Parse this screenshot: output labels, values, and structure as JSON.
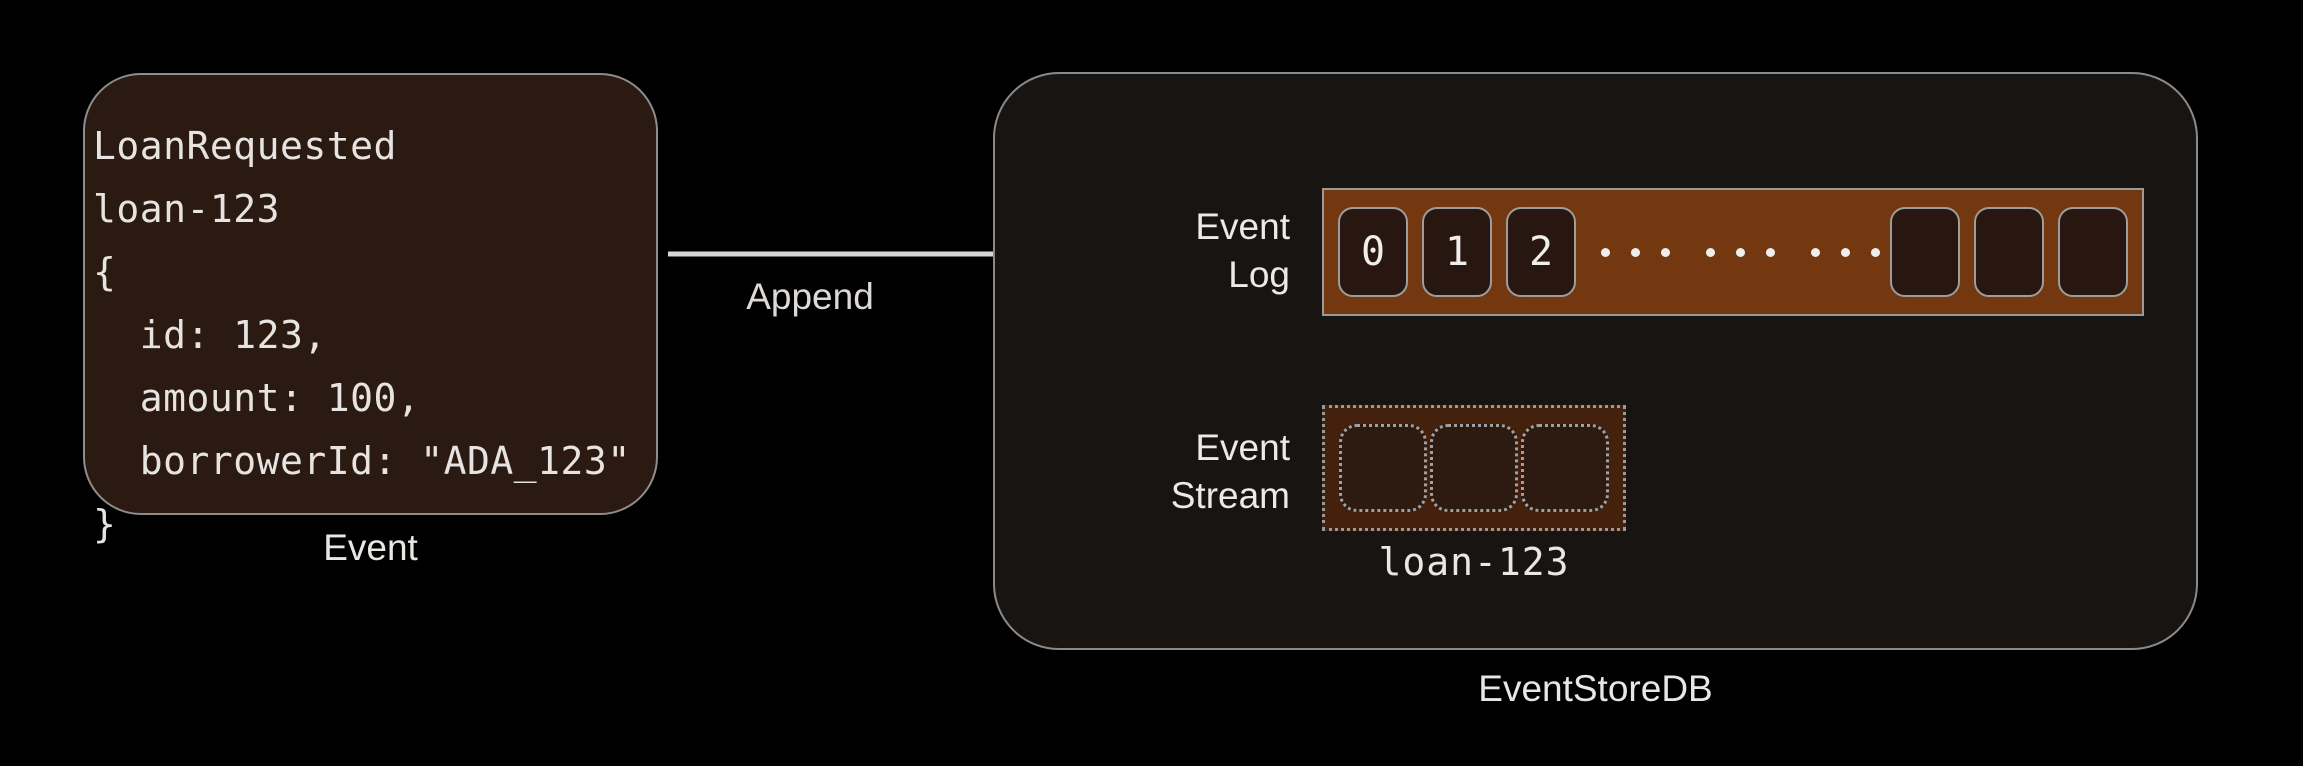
{
  "colors": {
    "background": "#000000",
    "event_card_fill": "#2a1a11",
    "event_card_border": "#8d8d8d",
    "container_fill": "#171411",
    "container_border": "#8a8a8a",
    "event_log_bar": "#743811",
    "event_log_cell": "#271710",
    "event_stream_fill": "#44210c",
    "event_stream_cell": "#2d1b11",
    "text": "#e9e7e4",
    "arrow": "#d8d6d3"
  },
  "event_card": {
    "caption": "Event",
    "code_lines": [
      "LoanRequested",
      "loan-123",
      "{",
      "  id: 123,",
      "  amount: 100,",
      "  borrowerId: \"ADA_123\"",
      "}"
    ],
    "event_type": "LoanRequested",
    "stream_id": "loan-123",
    "payload": {
      "id": "123",
      "amount": "100",
      "borrowerId": "\"ADA_123\""
    }
  },
  "arrow": {
    "label": "Append"
  },
  "eventstore": {
    "caption": "EventStoreDB",
    "event_log": {
      "label_line1": "Event",
      "label_line2": "Log",
      "filled_cells": [
        "0",
        "1",
        "2"
      ],
      "ellipsis_groups": 3,
      "ellipsis_dots_per_group": 3,
      "empty_cells": 3
    },
    "event_stream": {
      "label_line1": "Event",
      "label_line2": "Stream",
      "cells": 3,
      "caption": "loan-123"
    }
  }
}
